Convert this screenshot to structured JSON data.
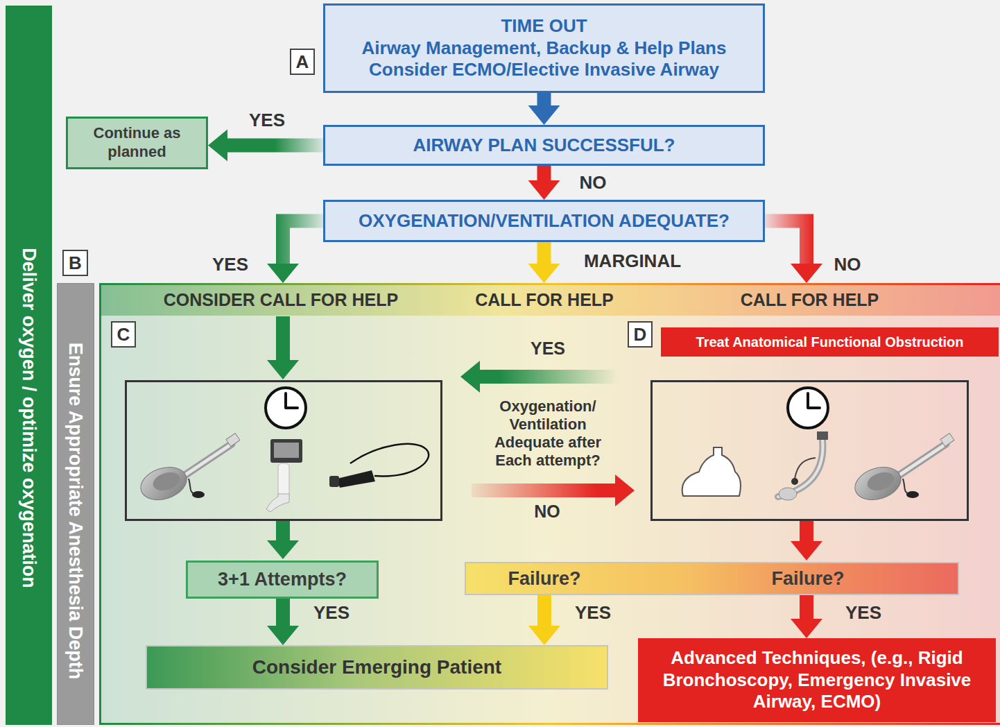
{
  "diagram": {
    "nodes": [
      {
        "text": [
          "A"
        ]
      },
      {
        "text": [
          "TIME OUT",
          "Airway Management, Backup & Help Plans Consider ECMO/Elective Invasive Airway"
        ]
      },
      {
        "text": [
          "Continue as planned"
        ]
      },
      {
        "text": [
          "AIRWAY PLAN SUCCESSFUL?"
        ]
      },
      {
        "text": [
          "OXYGENATION/VENTILATION ADEQUATE?"
        ]
      },
      {
        "text": [
          "Deliver oxygen / optimize oxygenation"
        ]
      },
      {
        "text": [
          "B"
        ]
      },
      {
        "text": [
          "Ensure Appropriate Anesthesia Depth"
        ]
      },
      {
        "text": [
          "CONSIDER CALL FOR HELP",
          "CALL FOR HELP",
          "CALL FOR HELP"
        ]
      },
      {
        "text": [
          "C"
        ],
        "in": 8
      },
      {
        "text": [
          "D"
        ],
        "in": 8
      },
      {
        "text": [
          "Treat Anatomical Functional Obstruction"
        ],
        "in": 8
      },
      {
        "text": [
          "3+1 Attempts?"
        ],
        "in": 8
      },
      {
        "text": [
          "Failure?",
          "Failure?"
        ],
        "in": 8
      },
      {
        "text": [
          "Consider Emerging Patient"
        ],
        "in": 8
      },
      {
        "text": [
          "Advanced Techniques, (e.g., Rigid Bronchoscopy, Emergency Invasive Airway, ECMO)"
        ],
        "in": 8
      }
    ],
    "edges": [
      {
        "from": 1,
        "to": 3,
        "arrow": "to"
      },
      {
        "from": 3,
        "to": 2,
        "label": "YES",
        "arrow": "to"
      },
      {
        "from": 3,
        "to": 4,
        "label": "NO",
        "arrow": "to"
      },
      {
        "from": 4,
        "to": 8,
        "label": "YES",
        "arrow": "to"
      },
      {
        "from": 4,
        "to": 8,
        "label": "MARGINAL",
        "arrow": "to"
      },
      {
        "from": 4,
        "to": 8,
        "label": "NO",
        "arrow": "to"
      },
      {
        "from": 12,
        "to": 14,
        "label": "YES",
        "arrow": "to"
      },
      {
        "from": 13,
        "to": 14,
        "label": "YES",
        "arrow": "to"
      },
      {
        "from": 13,
        "to": 15,
        "label": "YES",
        "arrow": "to"
      }
    ],
    "labels": [
      "YES",
      "Oxygenation/ Ventilation Adequate after Each attempt?",
      "NO"
    ]
  }
}
